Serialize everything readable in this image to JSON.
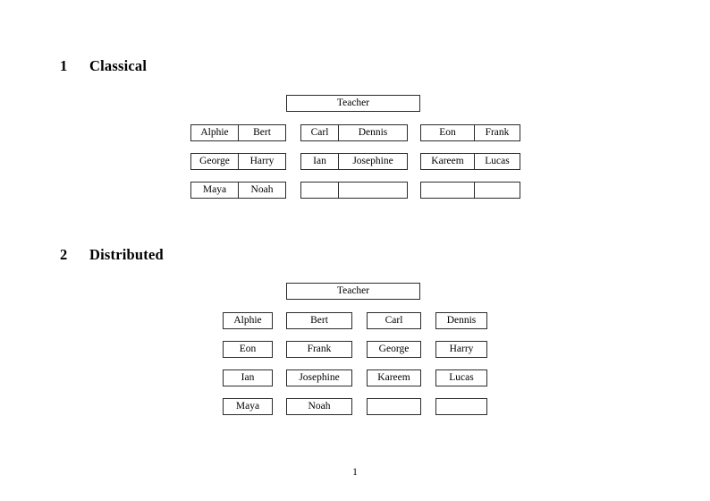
{
  "document": {
    "page_number": "1",
    "sections": [
      {
        "number": "1",
        "title": "Classical",
        "teacher_label": "Teacher",
        "groups": [
          {
            "name": "group-left",
            "rows": [
              [
                "Alphie",
                "Bert"
              ],
              [
                "George",
                "Harry"
              ],
              [
                "Maya",
                "Noah"
              ]
            ]
          },
          {
            "name": "group-middle",
            "rows": [
              [
                "Carl",
                "Dennis"
              ],
              [
                "Ian",
                "Josephine"
              ],
              [
                "",
                ""
              ]
            ]
          },
          {
            "name": "group-right",
            "rows": [
              [
                "Eon",
                "Frank"
              ],
              [
                "Kareem",
                "Lucas"
              ],
              [
                "",
                ""
              ]
            ]
          }
        ]
      },
      {
        "number": "2",
        "title": "Distributed",
        "teacher_label": "Teacher",
        "grid": [
          [
            "Alphie",
            "Bert",
            "Carl",
            "Dennis"
          ],
          [
            "Eon",
            "Frank",
            "George",
            "Harry"
          ],
          [
            "Ian",
            "Josephine",
            "Kareem",
            "Lucas"
          ],
          [
            "Maya",
            "Noah",
            "",
            ""
          ]
        ]
      }
    ]
  }
}
